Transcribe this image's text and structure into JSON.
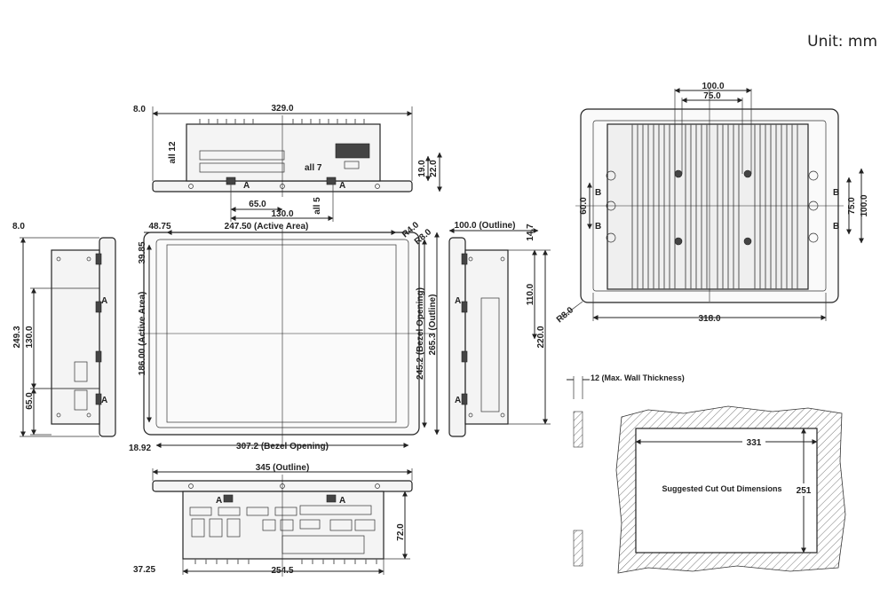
{
  "unit_label": "Unit: mm",
  "top_view": {
    "width": "329.0",
    "left_offset": "8.0",
    "height_19": "19.0",
    "height_22": "22.0",
    "all12": "all 12",
    "all7": "all 7",
    "all5": "all 5",
    "dim65": "65.0",
    "dim130": "130.0",
    "label_a1": "A",
    "label_a2": "A"
  },
  "front_view": {
    "left_margin": "48.75",
    "active_width": "247.50 (Active Area)",
    "r4": "R4.0",
    "r8": "R8.0",
    "top_margin": "39.85",
    "active_height": "186.00 (Active Area)",
    "bezel_height": "245.2 (Bezel Opening)",
    "outline_height": "265.3 (Outline)",
    "bottom_margin": "18.92",
    "bezel_width": "307.2 (Bezel Opening)"
  },
  "left_view": {
    "top_offset": "8.0",
    "total_height": "249.3",
    "dim130": "130.0",
    "dim65": "65.0",
    "label_a1": "A",
    "label_a2": "A"
  },
  "right_view": {
    "depth": "100.0 (Outline)",
    "dim14_7": "14.7",
    "dim110": "110.0",
    "dim220": "220.0",
    "label_a1": "A",
    "label_a2": "A"
  },
  "bottom_view": {
    "outline_width": "345 (Outline)",
    "dim72": "72.0",
    "left_offset": "37.25",
    "dim254": "254.5",
    "label_a1": "A",
    "label_a2": "A"
  },
  "back_view": {
    "dim100": "100.0",
    "dim75": "75.0",
    "dim60": "60.0",
    "dim75v": "75.0",
    "dim100v": "100.0",
    "width": "318.0",
    "radius": "R8.0",
    "label_b": "B"
  },
  "cutout": {
    "wall_label": "12 (Max. Wall Thickness)",
    "width": "331",
    "height": "251",
    "caption": "Suggested Cut Out Dimensions"
  }
}
